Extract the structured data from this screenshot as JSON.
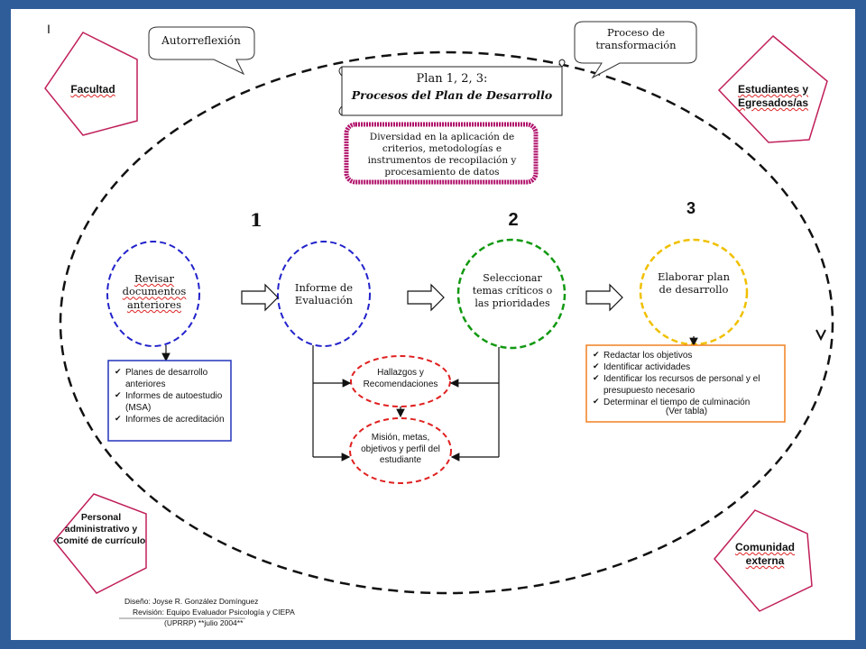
{
  "corner_mark": "I",
  "title": {
    "line1": "Plan 1, 2, 3:",
    "line2": "Procesos del Plan de Desarrollo"
  },
  "diversity_box": "Diversidad en la aplicación de criterios, metodologías e instrumentos de recopilación y procesamiento de datos",
  "callouts": {
    "self_reflection": "Autorreflexión",
    "transformation": "Proceso de transformación"
  },
  "stakeholders": {
    "faculty": "Facultad",
    "students": "Estudiantes y Egresados/as",
    "staff": "Personal administrativo y Comité de currículo",
    "community": "Comunidad externa"
  },
  "step_numbers": [
    "1",
    "2",
    "3"
  ],
  "steps": [
    "Revisar documentos anteriores",
    "Informe de Evaluación",
    "Seleccionar temas críticos o las prioridades",
    "Elaborar plan de desarrollo"
  ],
  "findings": "Hallazgos y Recomendaciones",
  "mission": "Misión, metas, objetivos y perfil del estudiante",
  "documents_list": [
    "Planes de desarrollo anteriores",
    "Informes de autoestudio (MSA)",
    "Informes de acreditación"
  ],
  "plan_tasks": [
    "Redactar los objetivos",
    "Identificar actividades",
    "Identificar los recursos de personal y el presupuesto necesario",
    "Determinar el  tiempo de culminación",
    "(Ver tabla)"
  ],
  "credits": {
    "design": "Diseño: Joyse R. González Domínguez",
    "review": "Revisión: Equipo Evaluador Psicología y CIEPA",
    "date": "(UPRRP) **julio 2004**"
  },
  "colors": {
    "frame": "#2e5d9a",
    "step1": "#2222cc",
    "step2": "#2222cc",
    "step3": "#119911",
    "step4": "#f0c000",
    "findings": "#e02020",
    "diversity_border": "#b0106a",
    "list1_border": "#2233bb",
    "list2_border": "#f08020",
    "stakeholder_border": "#c01f5a"
  }
}
